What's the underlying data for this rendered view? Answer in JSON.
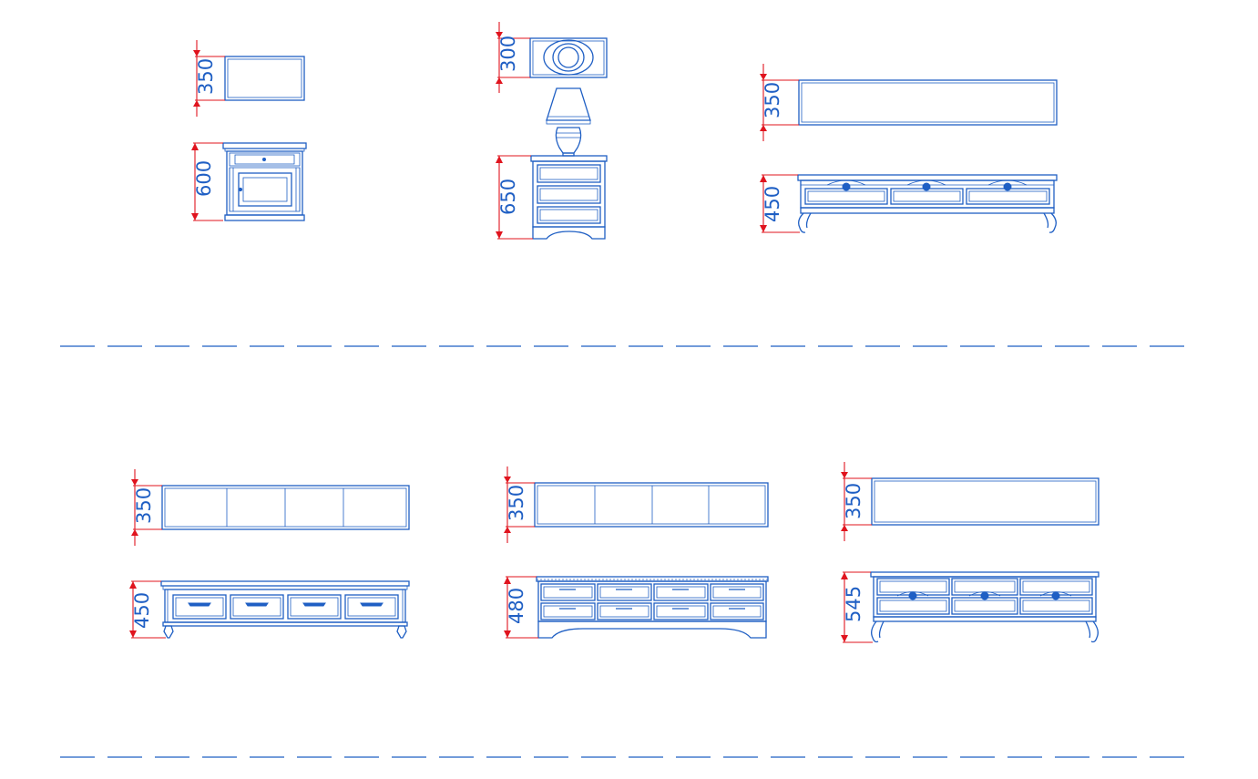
{
  "colors": {
    "line": "#1f5fc4",
    "dimension": "#e0141e",
    "background": "#ffffff"
  },
  "dimensions": {
    "nightstand_top_depth": "350",
    "nightstand_height": "600",
    "lamp_top_depth": "300",
    "chest_height": "650",
    "tv_long_top_depth": "350",
    "tv_long_height": "450",
    "cabinet4_top_depth": "350",
    "cabinet4_height": "450",
    "drawer8_top_depth": "350",
    "drawer8_height": "480",
    "console_top_depth": "350",
    "console_height": "545"
  }
}
